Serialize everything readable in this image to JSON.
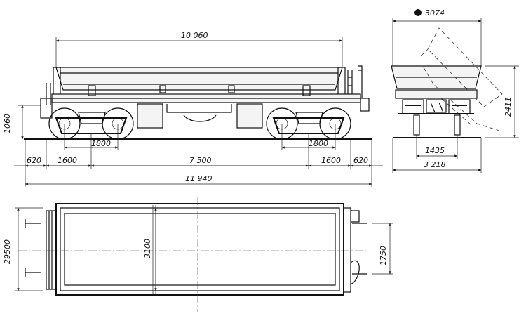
{
  "dimensions": {
    "body_length": "10 060",
    "overall_length": "11 940",
    "bogie_center_distance": "7 500",
    "axle_base_left": "1800",
    "axle_base_right": "1800",
    "end_offset_left": "620",
    "end_offset_right": "620",
    "span_left": "1600",
    "span_right": "1600",
    "coupler_height": "1060",
    "tipped_width": "3074",
    "height": "2411",
    "track_gauge": "1435",
    "overall_width": "3 218",
    "plan_length": "29500",
    "inner_width": "3100",
    "door_span": "1750"
  },
  "colors": {
    "line": "#111111",
    "background": "#ffffff"
  }
}
